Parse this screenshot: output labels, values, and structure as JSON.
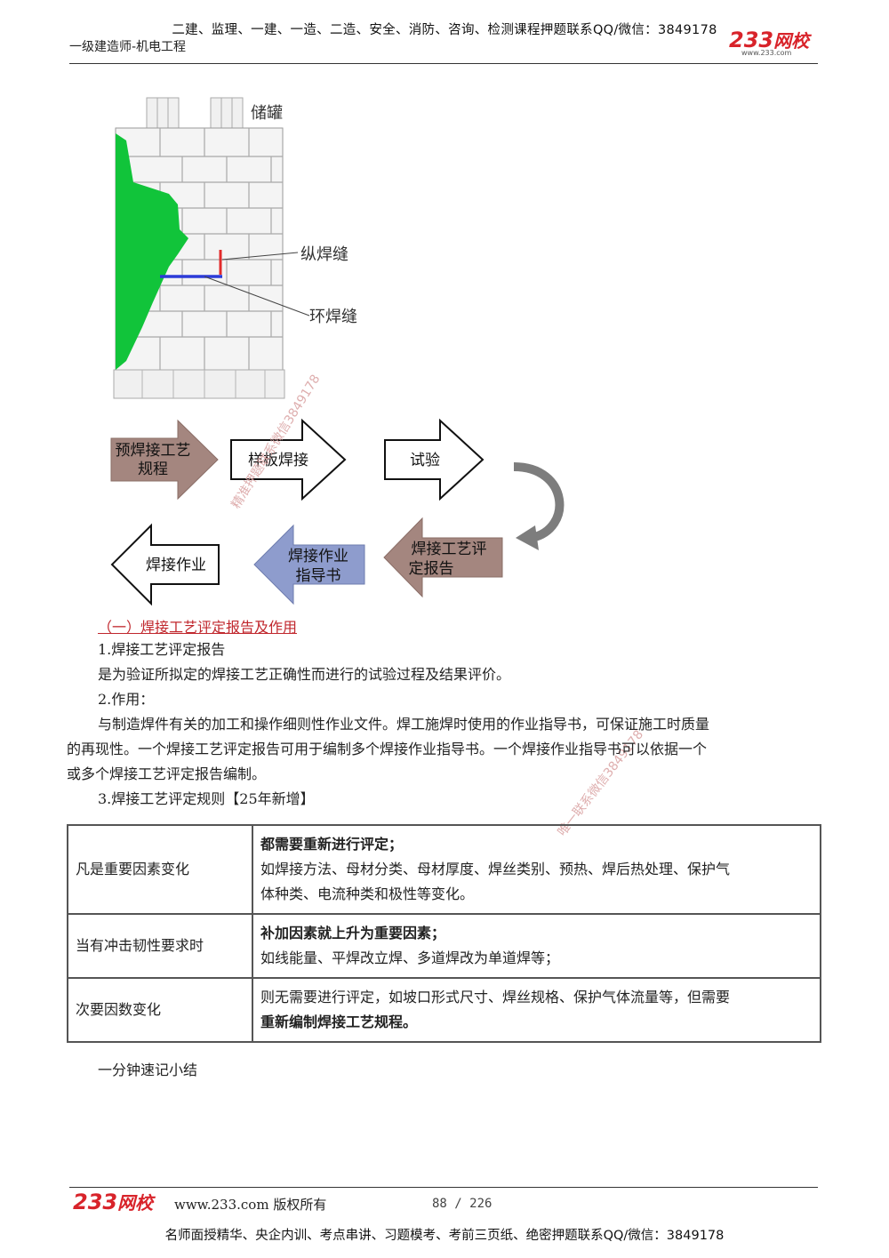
{
  "header": {
    "top_line": "二建、监理、一建、一造、二造、安全、消防、咨询、检测课程押题联系QQ/微信：3849178",
    "subtitle": "一级建造师-机电工程",
    "logo_number": "233",
    "logo_name": "网校",
    "logo_url": "www.233.com"
  },
  "tank_figure": {
    "label_tank": "储罐",
    "label_longitudinal": "纵焊缝",
    "label_circumferential": "环焊缝"
  },
  "flow": {
    "step1": "预焊接工艺规程",
    "step1_line1": "预焊接工艺",
    "step1_line2": "规程",
    "step2": "样板焊接",
    "step3": "试验",
    "step4_line1": "焊接工艺评",
    "step4_line2": "定报告",
    "step5_line1": "焊接作业",
    "step5_line2": "指导书",
    "step6": "焊接作业",
    "colors": {
      "step1_fill": "#a4867f",
      "step4_fill": "#a4867f",
      "step5_fill": "#8e9ccd",
      "outline_fill": "#ffffff",
      "curve_arrow": "#7d7d7d"
    }
  },
  "watermarks": {
    "w1": "精准押题联系微信3849178",
    "w2": "唯一联系微信3849178"
  },
  "section": {
    "title": "（一）焊接工艺评定报告及作用",
    "item1_heading": "1.焊接工艺评定报告",
    "item1_text": "是为验证所拟定的焊接工艺正确性而进行的试验过程及结果评价。",
    "item2_heading": "2.作用：",
    "item2_line1": "与制造焊件有关的加工和操作细则性作业文件。焊工施焊时使用的作业指导书，可保证施工时质量",
    "item2_line2": "的再现性。一个焊接工艺评定报告可用于编制多个焊接作业指导书。一个焊接作业指导书可以依据一个",
    "item2_line3": "或多个焊接工艺评定报告编制。",
    "item3_heading": "3.焊接工艺评定规则【25年新增】"
  },
  "table": {
    "rows": [
      {
        "left": "凡是重要因素变化",
        "right_bold": "都需要重新进行评定；",
        "right_text_line1": "如焊接方法、母材分类、母材厚度、焊丝类别、预热、焊后热处理、保护气",
        "right_text_line2": "体种类、电流种类和极性等变化。"
      },
      {
        "left": "当有冲击韧性要求时",
        "right_bold": "补加因素就上升为重要因素；",
        "right_text_line1": "如线能量、平焊改立焊、多道焊改为单道焊等；"
      },
      {
        "left": "次要因数变化",
        "right_text_line1": "则无需要进行评定，如坡口形式尺寸、焊丝规格、保护气体流量等，但需要",
        "right_bold_line2": "重新编制焊接工艺规程。"
      }
    ]
  },
  "summary": "一分钟速记小结",
  "footer": {
    "logo_number": "233",
    "logo_name": "网校",
    "copyright": "www.233.com 版权所有",
    "page": "88 / 226",
    "bottom_line": "名师面授精华、央企内训、考点串讲、习题模考、考前三页纸、绝密押题联系QQ/微信：3849178"
  }
}
